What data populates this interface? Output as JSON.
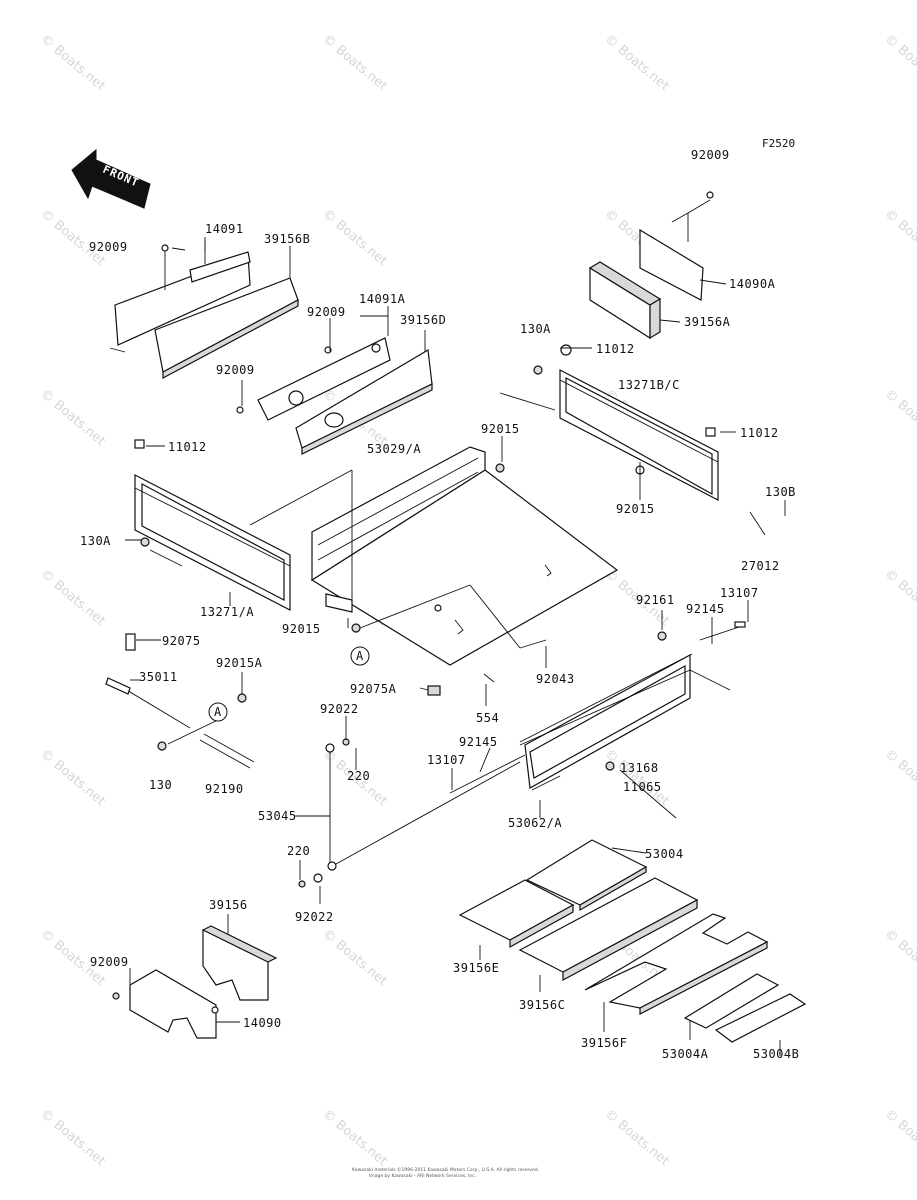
{
  "figure_code": "F2520",
  "front_label": "FRONT",
  "watermark": "© Boats.net",
  "copyright_line1": "Kawasaki materials ©1996-2011 Kawasaki Motors Corp., U.S.A. All rights reserved.",
  "copyright_line2": "Image by Kawasaki - ARI Network Services, Inc.",
  "callout_circle": "A",
  "labels": {
    "92009_top_right": "92009",
    "14090A": "14090A",
    "39156A": "39156A",
    "14091": "14091",
    "39156B": "39156B",
    "92009_left": "92009",
    "92009_mid": "92009",
    "14091A": "14091A",
    "39156D": "39156D",
    "92009_lower_mid": "92009",
    "130A_right": "130A",
    "11012_right_top": "11012",
    "13271B_C": "13271B/C",
    "92015_top": "92015",
    "53029_A": "53029/A",
    "11012_left": "11012",
    "11012_right": "11012",
    "130B": "130B",
    "92015_right": "92015",
    "27012": "27012",
    "130A_left": "130A",
    "13271_A": "13271/A",
    "92015_left": "92015",
    "92075": "92075",
    "92161": "92161",
    "13107_right": "13107",
    "92145_right": "92145",
    "35011": "35011",
    "92015A": "92015A",
    "92043": "92043",
    "92075A": "92075A",
    "554": "554",
    "92022_top": "92022",
    "130": "130",
    "92190": "92190",
    "220_top": "220",
    "92145_mid": "92145",
    "13107_mid": "13107",
    "13168": "13168",
    "11065": "11065",
    "53045": "53045",
    "53062_A": "53062/A",
    "53004": "53004",
    "220_bottom": "220",
    "92022_bottom": "92022",
    "39156": "39156",
    "39156E": "39156E",
    "39156C": "39156C",
    "92009_bottom": "92009",
    "14090": "14090",
    "39156F": "39156F",
    "53004A": "53004A",
    "53004B": "53004B"
  }
}
